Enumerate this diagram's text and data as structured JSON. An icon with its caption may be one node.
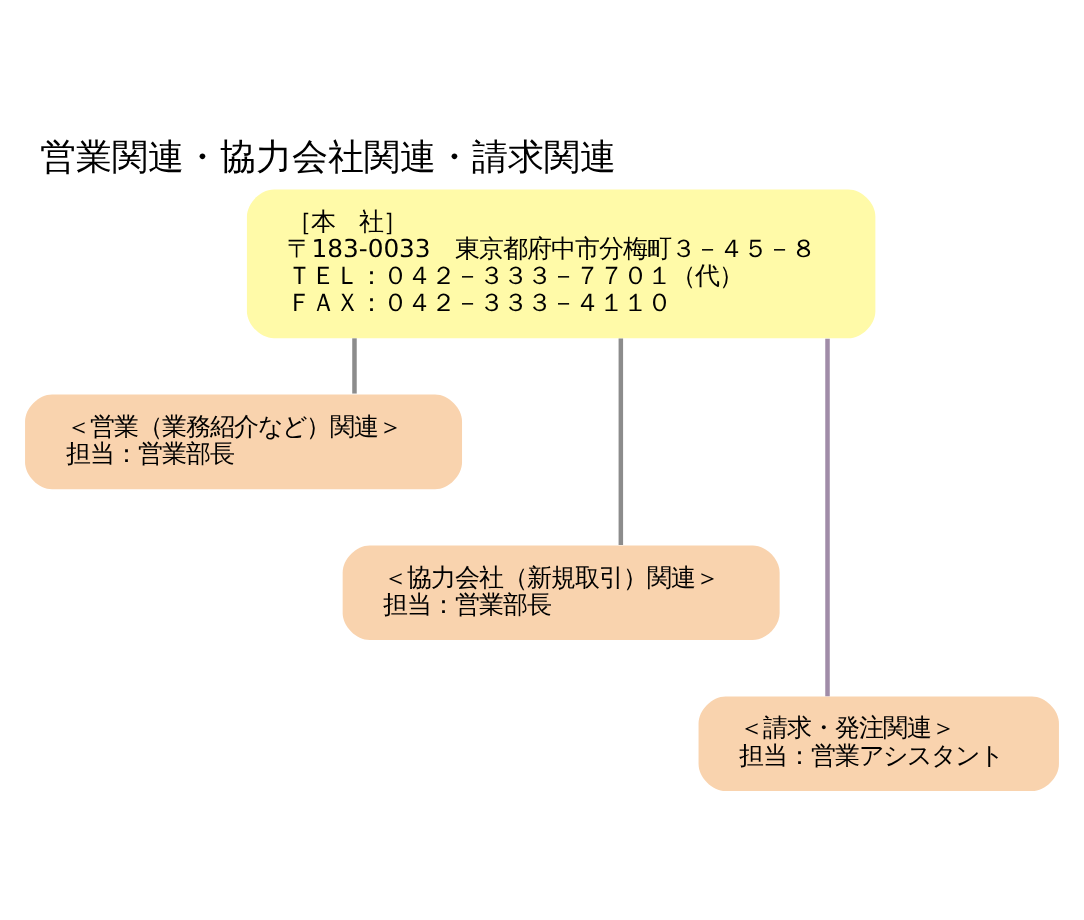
{
  "diagram": {
    "title": "営業関連・協力会社関連・請求関連",
    "nodes": [
      {
        "text": [
          "［本　社］",
          "〒183-0033　東京都府中市分梅町３－４５－８",
          "ＴＥＬ：０４２－３３３－７７０１（代）",
          "ＦＡＸ：０４２－３３３－４１１０"
        ]
      },
      {
        "text": [
          "＜営業（業務紹介など）関連＞",
          "担当：営業部長"
        ]
      },
      {
        "text": [
          "＜協力会社（新規取引）関連＞",
          "担当：営業部長"
        ]
      },
      {
        "text": [
          "＜請求・発注関連＞",
          "担当：営業アシスタント"
        ]
      }
    ],
    "edges": [
      {
        "from": 0,
        "to": 1,
        "arrow": "none"
      },
      {
        "from": 0,
        "to": 2,
        "arrow": "none"
      },
      {
        "from": 0,
        "to": 3,
        "arrow": "none",
        "color": "#a08ca8"
      }
    ]
  }
}
